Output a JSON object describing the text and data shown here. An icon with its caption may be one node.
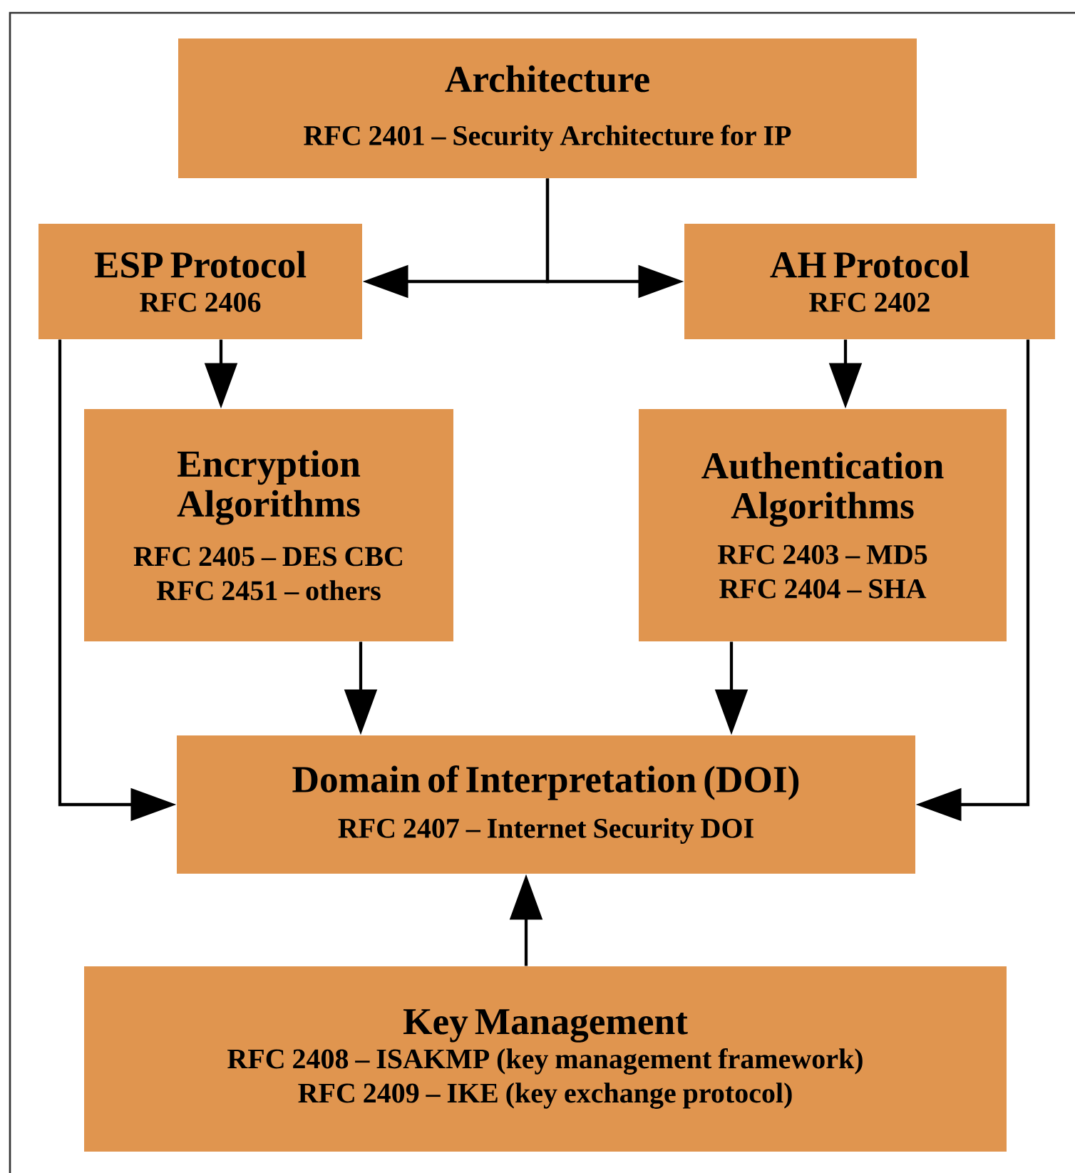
{
  "diagram": {
    "nodes": [
      {
        "text": [
          "Architecture",
          "RFC 2401 – Security Architecture for IP"
        ]
      },
      {
        "text": [
          "ESP Protocol",
          "RFC 2406"
        ]
      },
      {
        "text": [
          "AH Protocol",
          "RFC 2402"
        ]
      },
      {
        "text": [
          "Encryption Algorithms",
          "RFC 2405 – DES CBC",
          "RFC 2451 – others"
        ]
      },
      {
        "text": [
          "Authentication Algorithms",
          "RFC 2403 – MD5",
          "RFC 2404 – SHA"
        ]
      },
      {
        "text": [
          "Domain of Interpretation (DOI)",
          "RFC 2407 – Internet Security DOI"
        ]
      },
      {
        "text": [
          "Key Management",
          "RFC 2408 – ISAKMP (key management framework)",
          "RFC 2409 – IKE (key exchange protocol)"
        ]
      }
    ],
    "edges": [
      {
        "from": 0,
        "to": 1,
        "arrow": "to"
      },
      {
        "from": 0,
        "to": 2,
        "arrow": "to"
      },
      {
        "from": 1,
        "to": 3,
        "arrow": "to"
      },
      {
        "from": 2,
        "to": 4,
        "arrow": "to"
      },
      {
        "from": 3,
        "to": 5,
        "arrow": "to"
      },
      {
        "from": 4,
        "to": 5,
        "arrow": "to"
      },
      {
        "from": 1,
        "to": 5,
        "arrow": "to"
      },
      {
        "from": 2,
        "to": 5,
        "arrow": "to"
      },
      {
        "from": 6,
        "to": 5,
        "arrow": "to"
      }
    ]
  }
}
